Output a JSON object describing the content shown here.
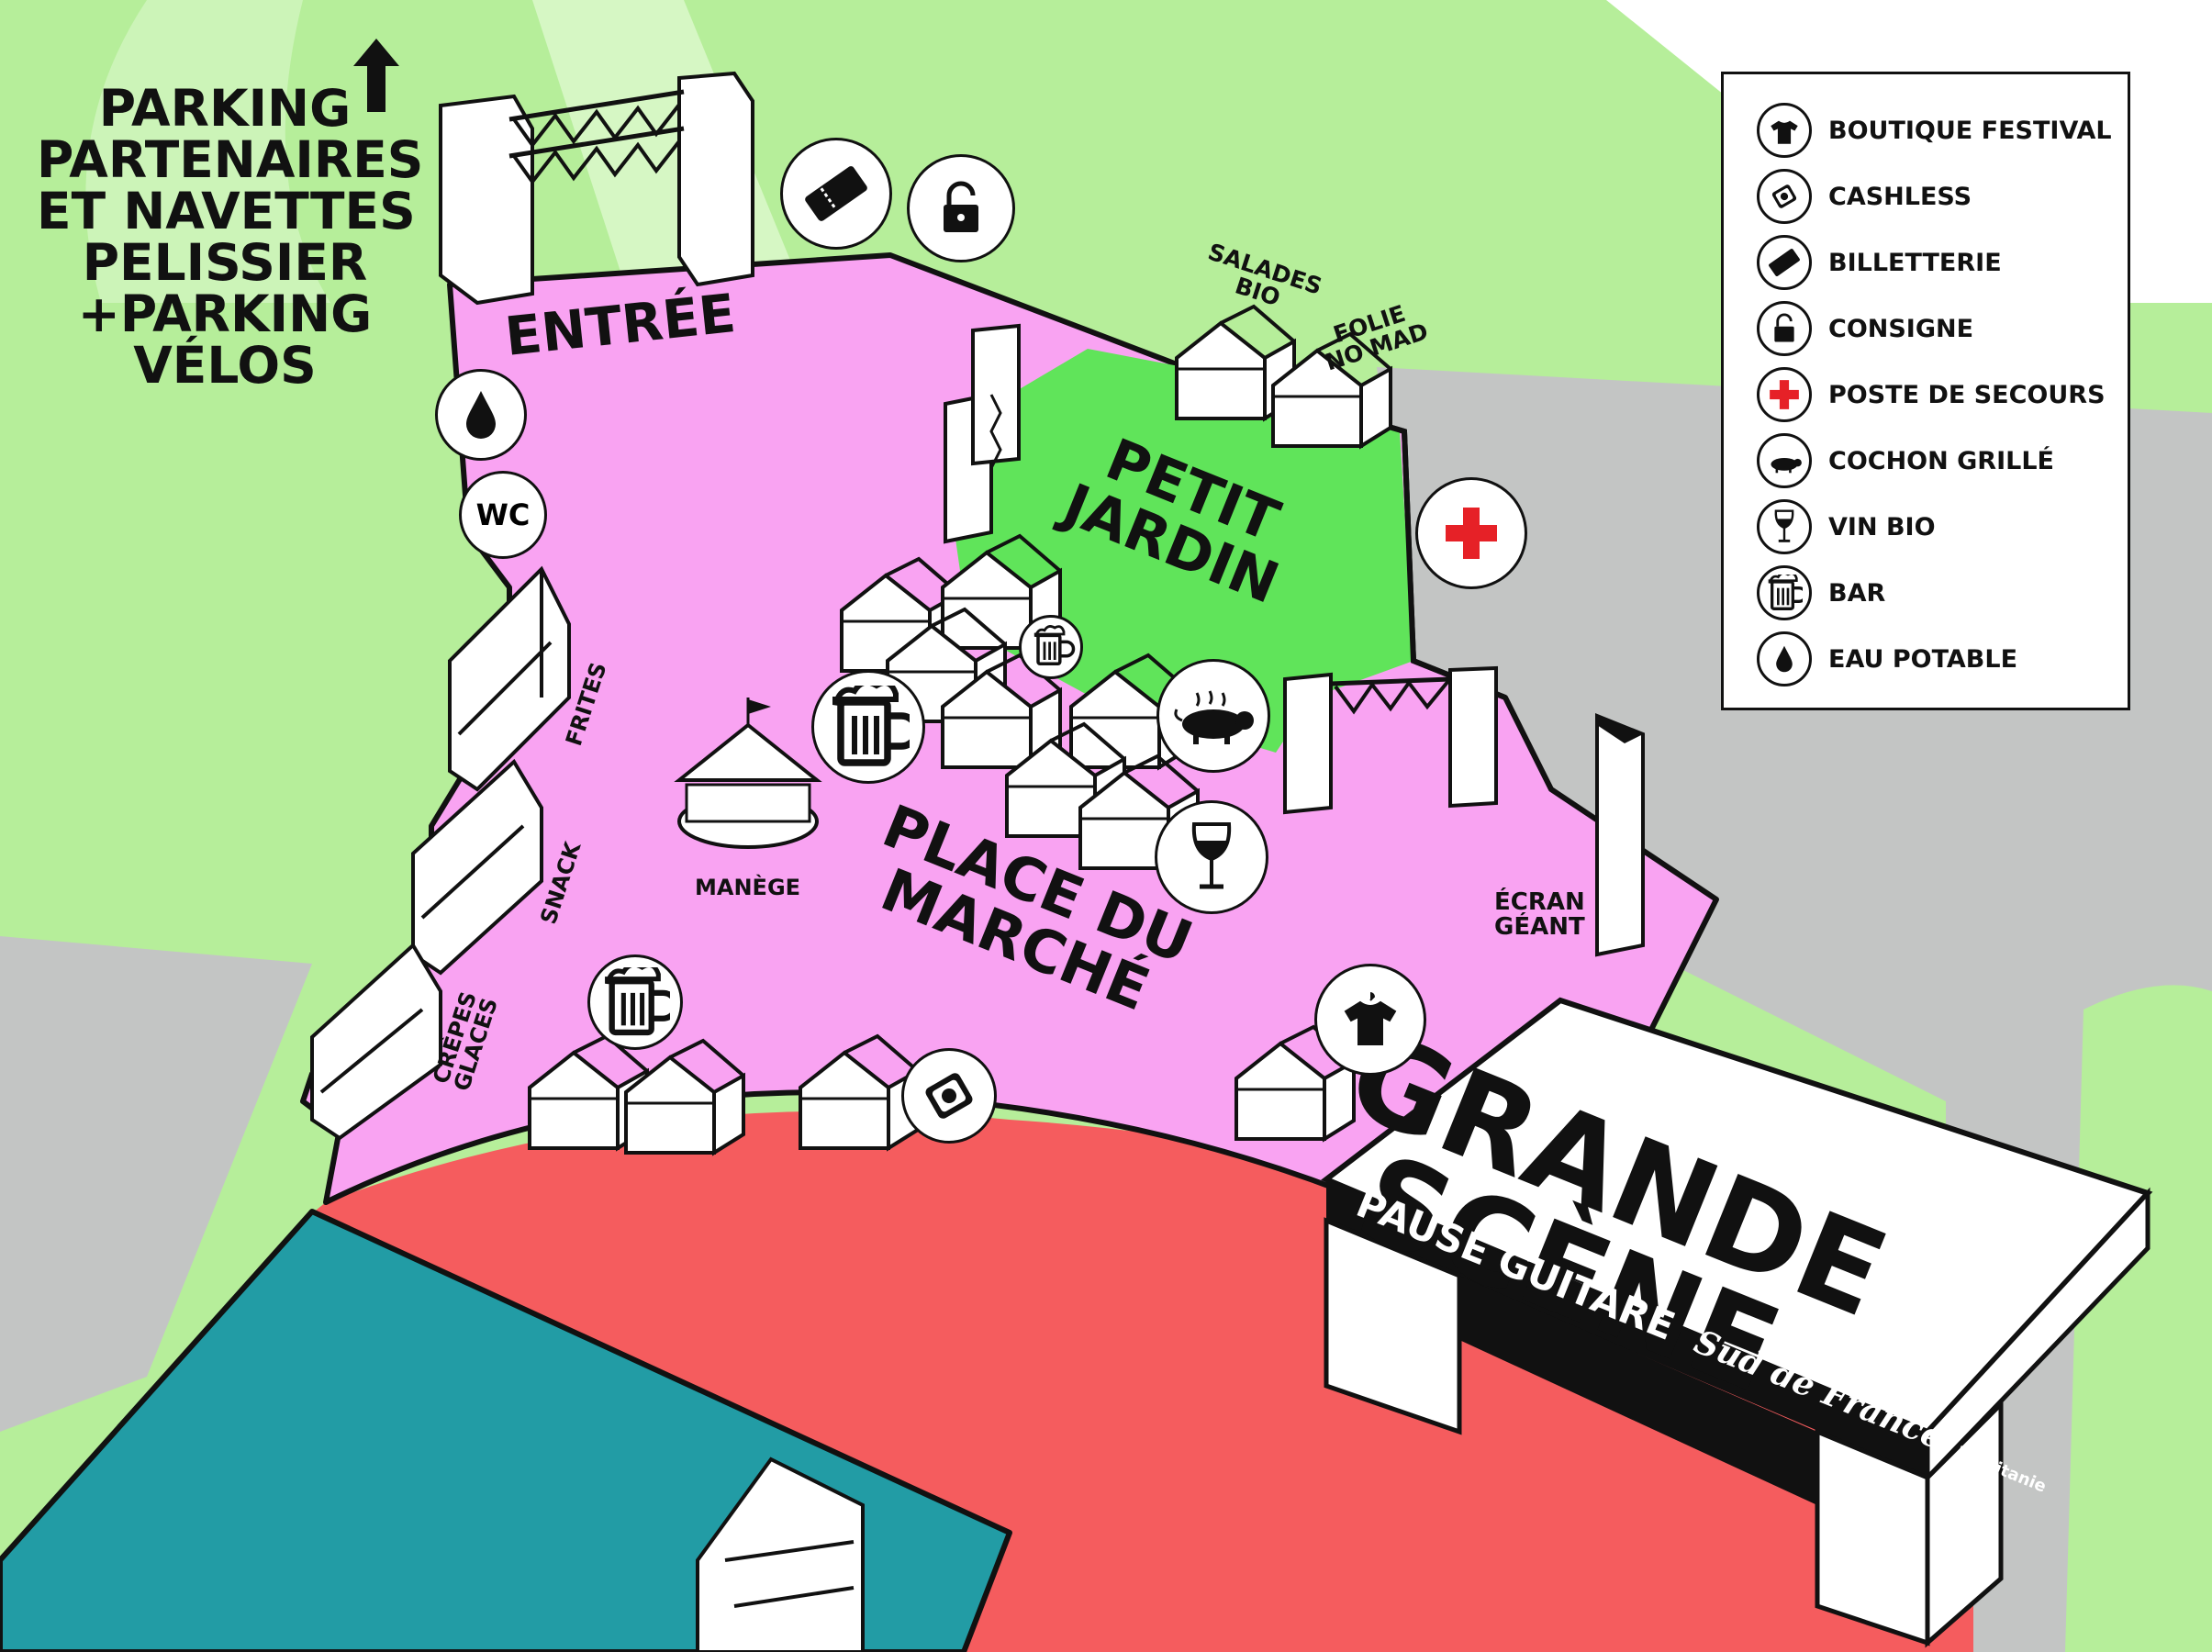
{
  "parking_sign": {
    "lines": [
      "PARKING",
      "PARTENAIRES",
      "ET NAVETTES",
      "PELISSIER",
      "+PARKING",
      "VÉLOS"
    ]
  },
  "zones": {
    "entree": "ENTRÉE",
    "petit_jardin": [
      "PETIT",
      "JARDIN"
    ],
    "place_du_marche": [
      "PLACE DU",
      "MARCHÉ"
    ]
  },
  "stands": {
    "salades_bio": [
      "SALADES",
      "BIO"
    ],
    "folie_no_mad": [
      "FOLIE",
      "NO MAD"
    ],
    "frites": "FRITES",
    "snack": "SNACK",
    "crepes_glaces": [
      "CRÊPES",
      "GLACES"
    ],
    "manege": "MANÈGE",
    "ecran_geant": [
      "ÉCRAN",
      "GÉANT"
    ]
  },
  "wc_label": "WC",
  "stage": {
    "title": [
      "GRANDE",
      "SCÈNE"
    ],
    "sponsor_line": "PAUSE GUITARE",
    "sponsor_brand": "Sud de France",
    "sponsor_sub": "l'occitanie"
  },
  "legend": {
    "items": [
      {
        "label": "BOUTIQUE FESTIVAL",
        "icon": "tshirt-icon"
      },
      {
        "label": "CASHLESS",
        "icon": "cashless-icon"
      },
      {
        "label": "BILLETTERIE",
        "icon": "ticket-icon"
      },
      {
        "label": "CONSIGNE",
        "icon": "padlock-icon"
      },
      {
        "label": "POSTE DE SECOURS",
        "icon": "first-aid-icon"
      },
      {
        "label": "COCHON GRILLÉ",
        "icon": "pig-icon"
      },
      {
        "label": "VIN BIO",
        "icon": "wine-glass-icon"
      },
      {
        "label": "BAR",
        "icon": "beer-mug-icon"
      },
      {
        "label": "EAU POTABLE",
        "icon": "water-drop-icon"
      }
    ]
  },
  "colors": {
    "grass": "#b6ee9a",
    "path_light": "#d6f7c4",
    "road": "#c3c5c4",
    "market": "#f9a3f2",
    "garden": "#60e45a",
    "stage_area": "#f55c5e",
    "teal_zone": "#229ca5",
    "first_aid_red": "#e62127"
  }
}
